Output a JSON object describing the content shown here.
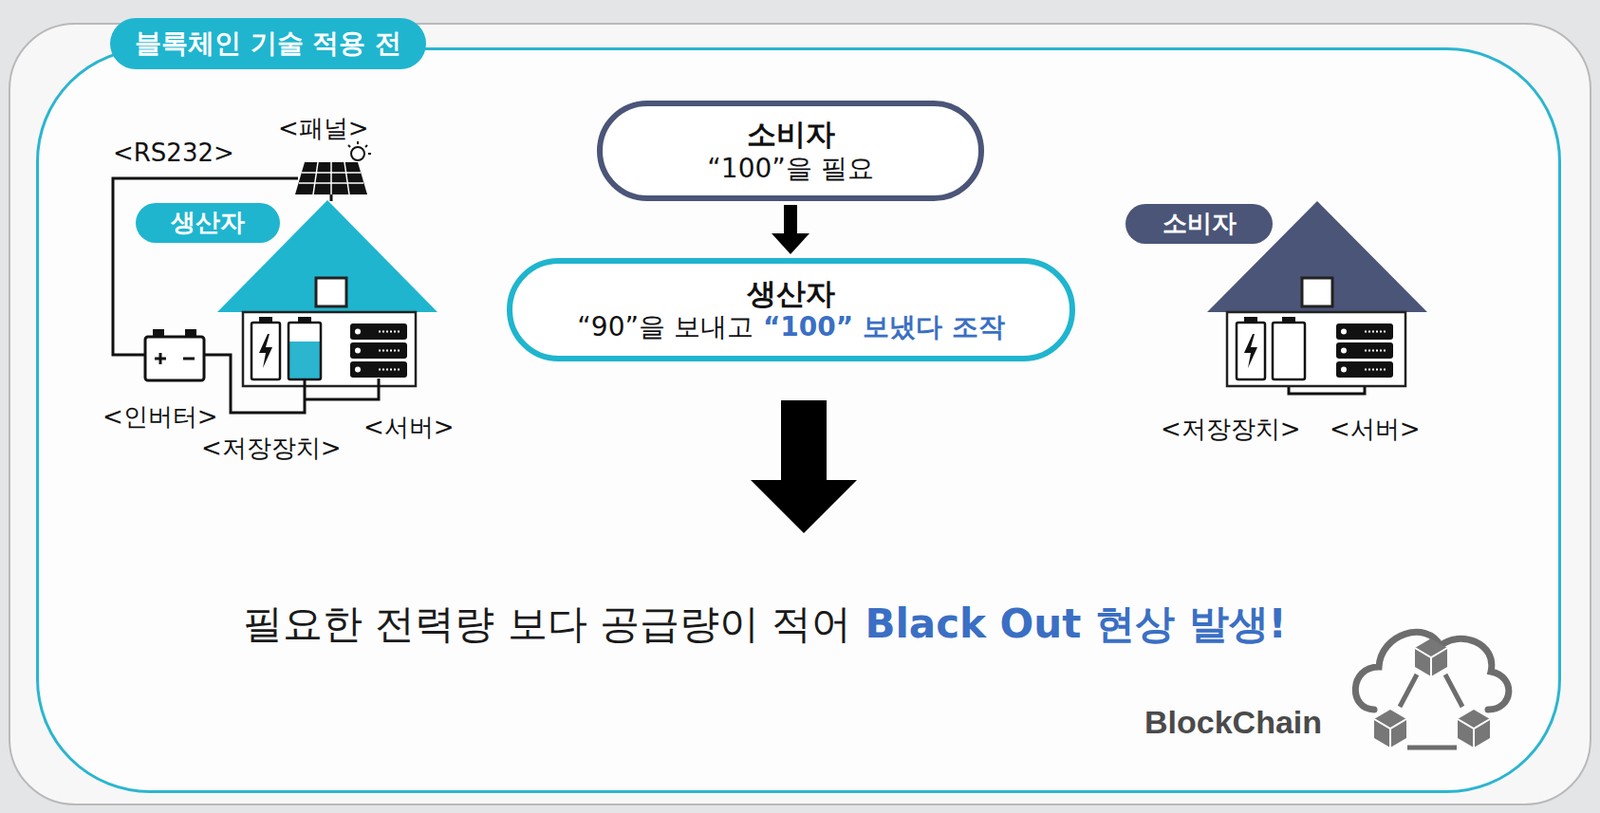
{
  "diagram": {
    "nodes": [
      {
        "text": [
          "블록체인 기술 적용 전"
        ]
      },
      {
        "text": [
          "소비자",
          "“100”을 필요"
        ],
        "in": 0
      },
      {
        "text": [
          "생산자",
          "“90”을 보내고",
          "“100” 보냈다 조작"
        ],
        "in": 0
      },
      {
        "text": [
          "생산자"
        ],
        "in": 0
      },
      {
        "text": [
          "소비자"
        ],
        "in": 0
      }
    ],
    "edges": [
      {
        "from": 1,
        "to": 2,
        "arrow": "to"
      }
    ],
    "labels": [
      "<패널>",
      "<RS232>",
      "<인버터>",
      "<저장장치>",
      "<서버>",
      "<저장장치>",
      "<서버>",
      "필요한 전력량 보다 공급량이 적어",
      "Black Out 현상 발생!",
      "BlockChain"
    ]
  }
}
